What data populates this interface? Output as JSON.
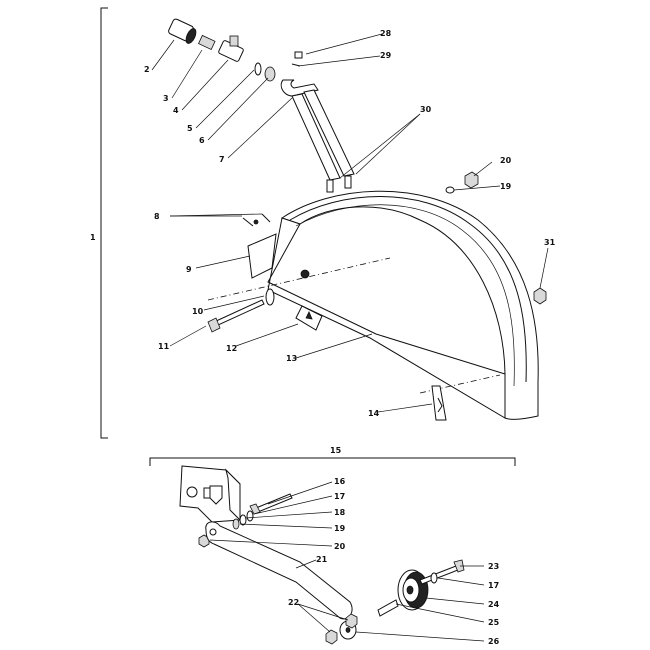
{
  "brackets": {
    "assembly_main": "1",
    "assembly_bottom": "15"
  },
  "callouts": {
    "c2": "2",
    "c3": "3",
    "c4": "4",
    "c5": "5",
    "c6": "6",
    "c7": "7",
    "c8": "8",
    "c9": "9",
    "c10": "10",
    "c11": "11",
    "c12": "12",
    "c13": "13",
    "c14": "14",
    "c19a": "19",
    "c20a": "20",
    "c28": "28",
    "c29": "29",
    "c30": "30",
    "c31": "31",
    "c16": "16",
    "c17a": "17",
    "c18": "18",
    "c19b": "19",
    "c20b": "20",
    "c21": "21",
    "c22": "22",
    "c23": "23",
    "c17b": "17",
    "c24": "24",
    "c25": "25",
    "c26": "26"
  }
}
